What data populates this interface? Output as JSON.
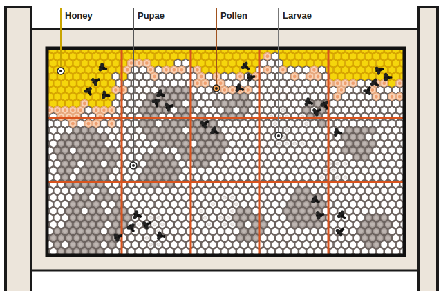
{
  "diagram": {
    "labels": [
      "Honey",
      "Pupae",
      "Pollen",
      "Larvae"
    ]
  }
}
